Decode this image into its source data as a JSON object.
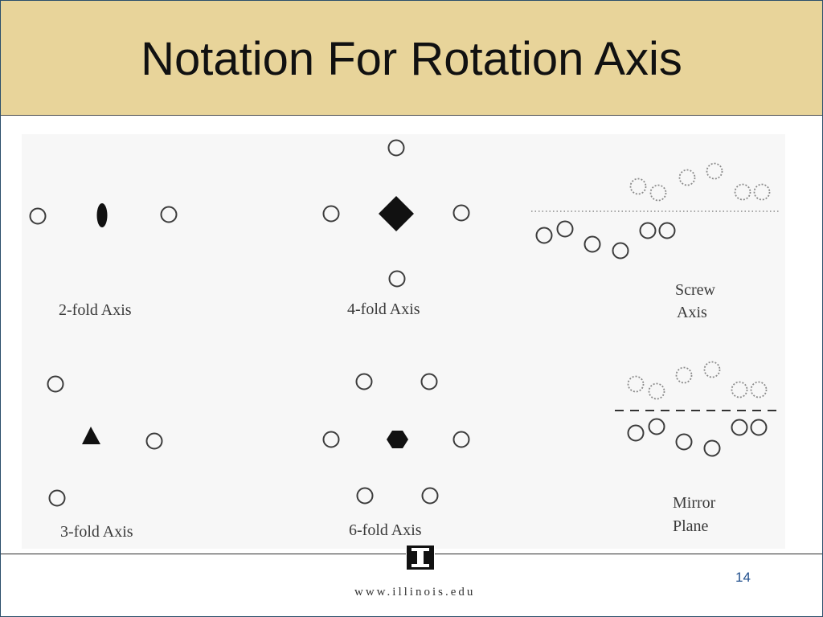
{
  "slide": {
    "title": "Notation For Rotation Axis",
    "page_number": "14",
    "footer_url": "www.illinois.edu"
  },
  "figure": {
    "labels": {
      "two_fold": "2-fold Axis",
      "four_fold": "4-fold Axis",
      "three_fold": "3-fold Axis",
      "six_fold": "6-fold Axis",
      "screw_line1": "Screw",
      "screw_line2": "Axis",
      "mirror_line1": "Mirror",
      "mirror_line2": "Plane"
    }
  },
  "colors": {
    "header_background": "#e8d49a",
    "page_number": "#1f4e8c"
  },
  "icons": [
    "illinois-block-i-logo"
  ]
}
